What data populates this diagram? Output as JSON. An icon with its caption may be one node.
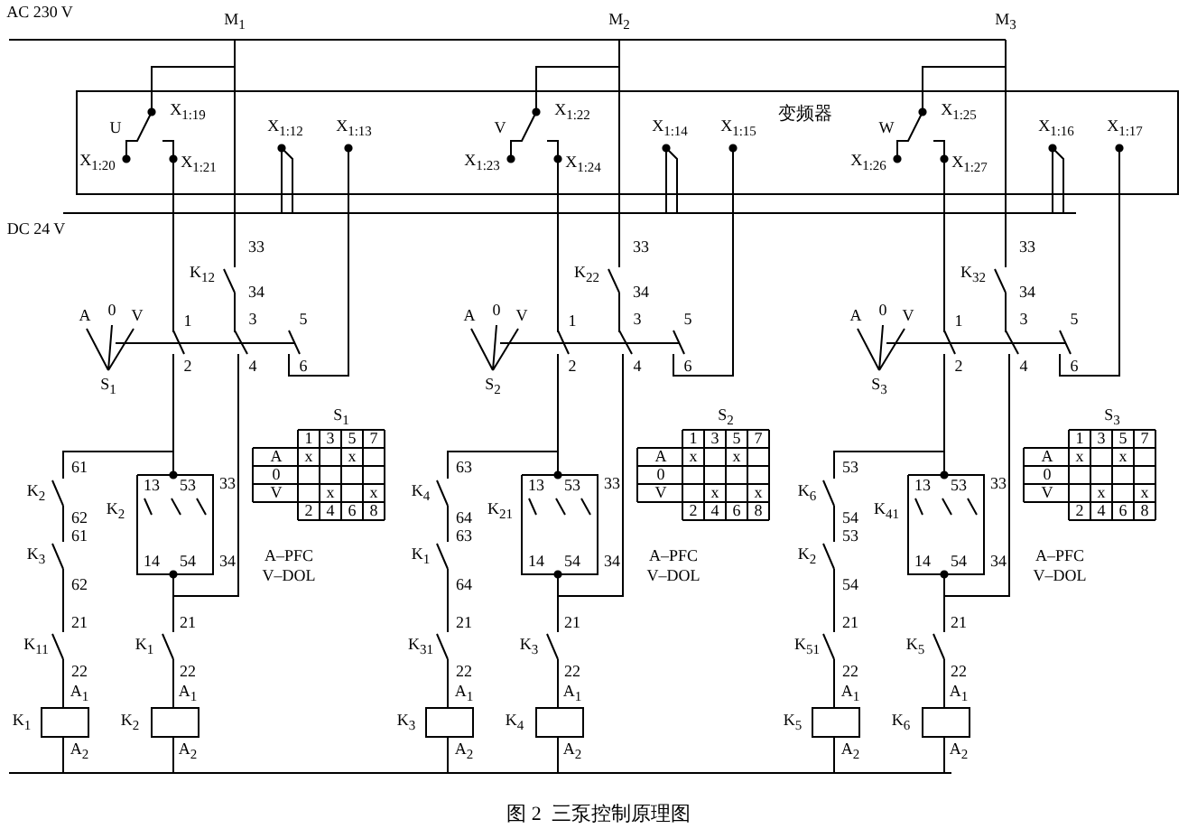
{
  "diagram": {
    "caption": "图 2  三泵控制原理图",
    "nodes": [
      {
        "text": [
          "变频器"
        ]
      }
    ],
    "labels": [
      "AC 230 V",
      "DC 24 V",
      "M$_{1}$",
      "X$_{1:19}$",
      "U",
      "X$_{1:20}$",
      "X$_{1:21}$",
      "X$_{1:12}$",
      "X$_{1:13}$",
      "K$_{12}$",
      "33",
      "34",
      "A",
      "0",
      "V",
      "S$_{1}$",
      "1",
      "2",
      "3",
      "4",
      "5",
      "6",
      "S$_{1}$",
      "1",
      "3",
      "5",
      "7",
      "A",
      "x",
      "x",
      "0",
      "V",
      "x",
      "x",
      "2",
      "4",
      "6",
      "8",
      "61",
      "K$_{2}$",
      "62",
      "61",
      "K$_{3}$",
      "62",
      "21",
      "K$_{11}$",
      "22",
      "A$_{1}$",
      "K$_{1}$",
      "A$_{2}$",
      "13",
      "53",
      "33",
      "K$_{2}$",
      "14",
      "54",
      "34",
      "21",
      "K$_{1}$",
      "22",
      "A$_{1}$",
      "K$_{2}$",
      "A$_{2}$",
      "A–PFC",
      "V–DOL",
      "M$_{2}$",
      "X$_{1:22}$",
      "V",
      "X$_{1:23}$",
      "X$_{1:24}$",
      "X$_{1:14}$",
      "X$_{1:15}$",
      "K$_{22}$",
      "33",
      "34",
      "A",
      "0",
      "V",
      "S$_{2}$",
      "1",
      "2",
      "3",
      "4",
      "5",
      "6",
      "S$_{2}$",
      "1",
      "3",
      "5",
      "7",
      "A",
      "x",
      "x",
      "0",
      "V",
      "x",
      "x",
      "2",
      "4",
      "6",
      "8",
      "63",
      "K$_{4}$",
      "64",
      "63",
      "K$_{1}$",
      "64",
      "21",
      "K$_{31}$",
      "22",
      "A$_{1}$",
      "K$_{3}$",
      "A$_{2}$",
      "13",
      "53",
      "33",
      "K$_{21}$",
      "14",
      "54",
      "34",
      "21",
      "K$_{3}$",
      "22",
      "A$_{1}$",
      "K$_{4}$",
      "A$_{2}$",
      "A–PFC",
      "V–DOL",
      "M$_{3}$",
      "X$_{1:25}$",
      "W",
      "X$_{1:26}$",
      "X$_{1:27}$",
      "X$_{1:16}$",
      "X$_{1:17}$",
      "K$_{32}$",
      "33",
      "34",
      "A",
      "0",
      "V",
      "S$_{3}$",
      "1",
      "2",
      "3",
      "4",
      "5",
      "6",
      "S$_{3}$",
      "1",
      "3",
      "5",
      "7",
      "A",
      "x",
      "x",
      "0",
      "V",
      "x",
      "x",
      "2",
      "4",
      "6",
      "8",
      "53",
      "K$_{6}$",
      "54",
      "53",
      "K$_{2}$",
      "54",
      "21",
      "K$_{51}$",
      "22",
      "A$_{1}$",
      "K$_{5}$",
      "A$_{2}$",
      "13",
      "53",
      "33",
      "K$_{41}$",
      "14",
      "54",
      "34",
      "21",
      "K$_{5}$",
      "22",
      "A$_{1}$",
      "K$_{6}$",
      "A$_{2}$",
      "A–PFC",
      "V–DOL"
    ]
  }
}
